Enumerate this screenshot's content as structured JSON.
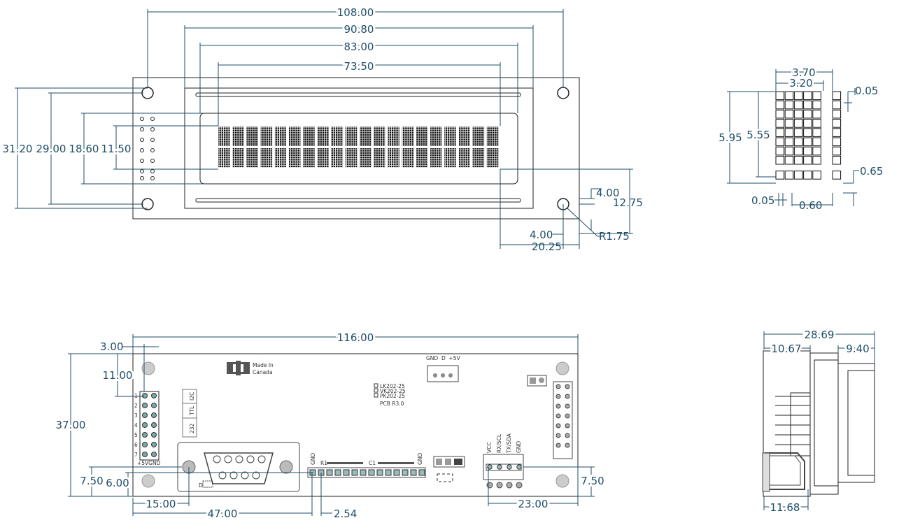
{
  "front_view": {
    "widths": [
      "108.00",
      "90.80",
      "83.00",
      "73.50"
    ],
    "heights": [
      "31.20",
      "29.00",
      "18.60",
      "11.50"
    ],
    "hole_offset_y": "4.00",
    "hole_offset_x": "4.00",
    "hole_radius": "R1.75",
    "right_offset": "12.75",
    "bottom_offset": "20.25"
  },
  "char_detail": {
    "char_width": "3.70",
    "pixel_area_width": "3.20",
    "gap_top": "0.05",
    "char_height": "5.95",
    "pixel_area_height": "5.55",
    "cursor_gap": "0.65",
    "dot_gap": "0.05",
    "dot_size": "0.60"
  },
  "back_view": {
    "width": "116.00",
    "left_offset": "3.00",
    "height": "37.00",
    "header_offset": "11.00",
    "db9_height": "7.50",
    "connector_height": "6.00",
    "db9_x": "15.00",
    "connector_x": "47.00",
    "pin_pitch": "2.54",
    "i2c_width": "23.00",
    "right_height": "7.50",
    "logo_line1": "Made In",
    "logo_line2": "Canada",
    "models": [
      "LK202-25",
      "VK202-25",
      "PK202-25"
    ],
    "pcb_rev": "PCB R3.0",
    "power_label": "GND  D  +5V",
    "header_pins": [
      "1",
      "2",
      "3",
      "4",
      "5",
      "6",
      "7"
    ],
    "header_bottom": "+5VGND",
    "jumper_ttl": "TTL",
    "jumper_i2c": "I2C",
    "jumper_232": "232",
    "row_gnd_left": "GND",
    "row_r1": "R1",
    "row_c1": "C1",
    "row_gnd_right": "GND",
    "i2c_labels": [
      "VCC",
      "RX/SCL",
      "TX/SDA",
      "GND"
    ],
    "db9_d": "D"
  },
  "side_view": {
    "depth": "28.69",
    "front_depth": "10.67",
    "rear_depth": "9.40",
    "bottom_depth": "11.68"
  }
}
